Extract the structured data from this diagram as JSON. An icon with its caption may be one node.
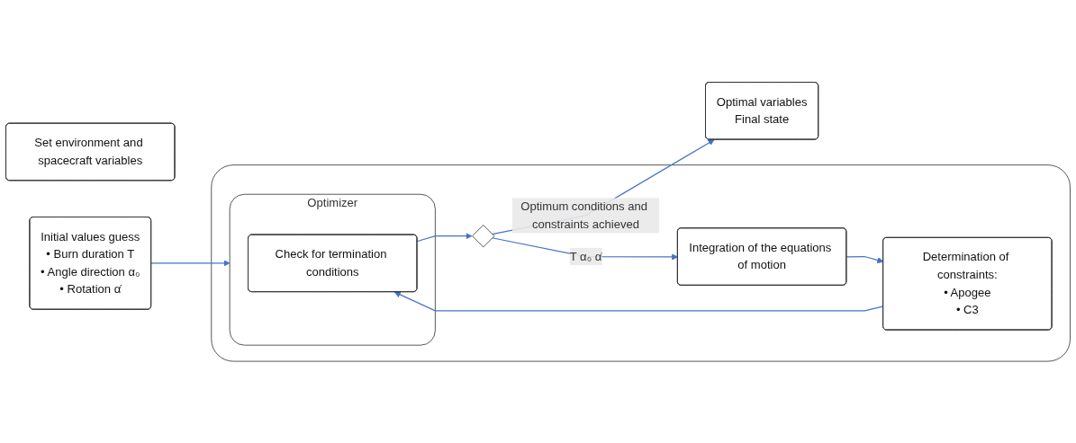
{
  "diagram": {
    "nodes": [
      {
        "text": [
          "Set environment and spacecraft variables"
        ]
      },
      {
        "text": [
          "Initial values guess",
          "• Burn duration T",
          "• Angle direction α₀",
          "• Rotation α̇"
        ]
      },
      {
        "text": [],
        "shape": "box"
      },
      {
        "text": [
          "Optimizer"
        ],
        "in": 2
      },
      {
        "text": [
          "Check for termination conditions"
        ],
        "in": 3
      },
      {
        "text": [],
        "shape": "diamond",
        "in": 2
      },
      {
        "text": [
          "Optimal variables",
          "Final state"
        ]
      },
      {
        "text": [
          "Integration of the equations of motion"
        ],
        "in": 2
      },
      {
        "text": [
          "Determination of constraints:",
          "• Apogee",
          "• C3"
        ],
        "in": 2
      }
    ],
    "edges": [
      {
        "from": 1,
        "to": 3,
        "arrow": "to"
      },
      {
        "from": 4,
        "to": 5,
        "arrow": "to"
      },
      {
        "from": 5,
        "to": 6,
        "arrow": "to",
        "label": "Optimum conditions and constraints achieved"
      },
      {
        "from": 5,
        "to": 7,
        "arrow": "to",
        "label": "T α₀ α̇"
      },
      {
        "from": 7,
        "to": 8,
        "arrow": "to"
      },
      {
        "from": 8,
        "to": 4,
        "arrow": "to"
      }
    ]
  }
}
